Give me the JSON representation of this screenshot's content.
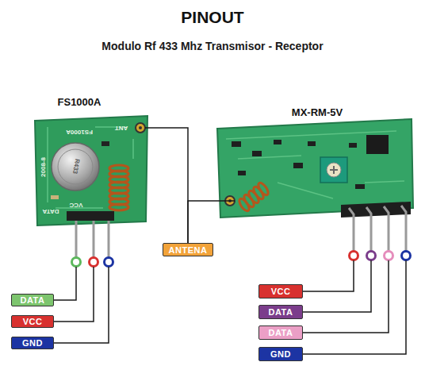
{
  "diagram": {
    "title": "PINOUT",
    "nodes": [
      {
        "text": [
          "FS1000A"
        ]
      },
      {
        "text": [
          "MX-RM-5V"
        ]
      },
      {
        "text": [
          "ANTENA"
        ]
      },
      {
        "text": [
          "DATA"
        ]
      },
      {
        "text": [
          "VCC"
        ]
      },
      {
        "text": [
          "GND"
        ]
      },
      {
        "text": [
          "VCC"
        ]
      },
      {
        "text": [
          "DATA"
        ]
      },
      {
        "text": [
          "DATA"
        ]
      },
      {
        "text": [
          "GND"
        ]
      }
    ],
    "edges": [
      {
        "from": 3,
        "to": 0,
        "arrow": "none"
      },
      {
        "from": 4,
        "to": 0,
        "arrow": "none"
      },
      {
        "from": 5,
        "to": 0,
        "arrow": "none"
      },
      {
        "from": 2,
        "to": 0,
        "arrow": "none"
      },
      {
        "from": 2,
        "to": 1,
        "arrow": "none"
      },
      {
        "from": 6,
        "to": 1,
        "arrow": "none"
      },
      {
        "from": 7,
        "to": 1,
        "arrow": "none"
      },
      {
        "from": 8,
        "to": 1,
        "arrow": "none"
      },
      {
        "from": 9,
        "to": 1,
        "arrow": "none"
      }
    ],
    "labels": [
      "Modulo Rf 433 Mhz Transmisor - Receptor",
      "FS1000A",
      "2008-8",
      "R433",
      "ANT",
      "VCC",
      "DATA"
    ]
  }
}
